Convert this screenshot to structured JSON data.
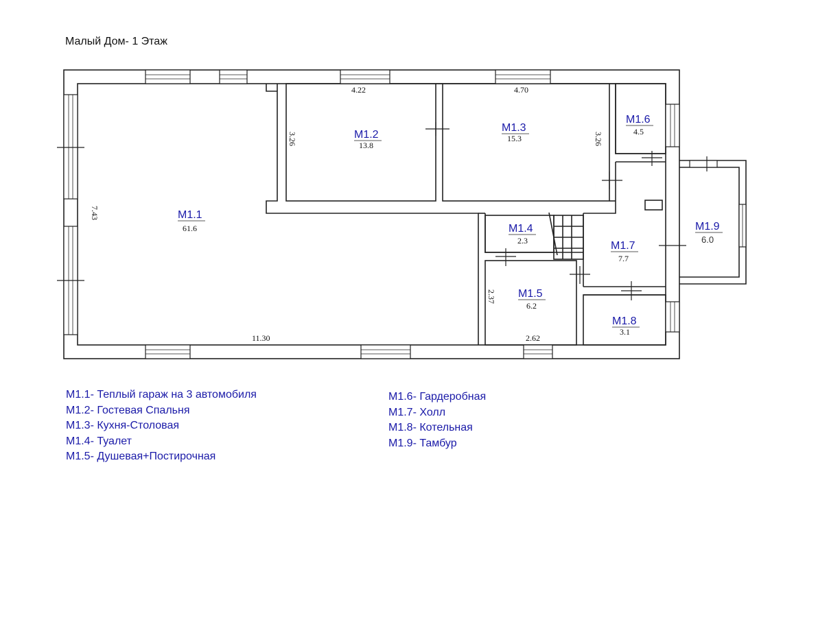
{
  "title": "Малый Дом- 1 Этаж",
  "colors": {
    "label": "#1a1aa8",
    "wall": "#222222"
  },
  "rooms": [
    {
      "id": "M1.1",
      "label": "M1.1",
      "area": "61.6"
    },
    {
      "id": "M1.2",
      "label": "M1.2",
      "area": "13.8"
    },
    {
      "id": "M1.3",
      "label": "M1.3",
      "area": "15.3"
    },
    {
      "id": "M1.4",
      "label": "M1.4",
      "area": "2.3"
    },
    {
      "id": "M1.5",
      "label": "M1.5",
      "area": "6.2"
    },
    {
      "id": "M1.6",
      "label": "M1.6",
      "area": "4.5"
    },
    {
      "id": "M1.7",
      "label": "M1.7",
      "area": "7.7"
    },
    {
      "id": "M1.8",
      "label": "M1.8",
      "area": "3.1"
    },
    {
      "id": "M1.9",
      "label": "M1.9",
      "area": "6.0"
    }
  ],
  "dimensions": {
    "d422": "4.22",
    "d470": "4.70",
    "d326a": "3.26",
    "d326b": "3.26",
    "d743": "7.43",
    "d1130": "11.30",
    "d237": "2.37",
    "d262": "2.62"
  },
  "legend": {
    "left": [
      "M1.1- Теплый гараж на 3 автомобиля",
      "M1.2- Гостевая Спальня",
      "M1.3- Кухня-Столовая",
      "M1.4- Туалет",
      "M1.5- Душевая+Постирочная"
    ],
    "right": [
      "M1.6- Гардеробная",
      "M1.7- Холл",
      "M1.8- Котельная",
      "M1.9- Тамбур"
    ]
  }
}
